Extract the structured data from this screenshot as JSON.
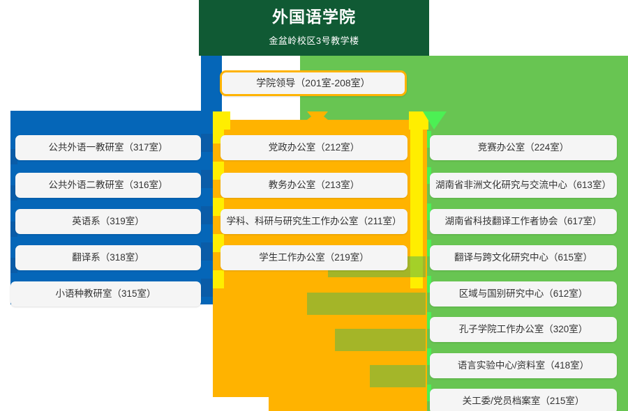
{
  "header": {
    "title": "外国语学院",
    "subtitle": "金盆岭校区3号教学楼",
    "bg_color": "#105a34",
    "text_color": "#ffffff"
  },
  "leadership": {
    "label": "学院领导（201室-208室）",
    "border_color": "#ffb300"
  },
  "columns": {
    "teaching": {
      "name": "teaching-departments",
      "color": "#0566b8",
      "items": [
        {
          "label": "公共外语一教研室（317室）",
          "room": "317室"
        },
        {
          "label": "公共外语二教研室（316室）",
          "room": "316室"
        },
        {
          "label": "英语系（319室）",
          "room": "319室"
        },
        {
          "label": "翻译系（318室）",
          "room": "318室"
        },
        {
          "label": "小语种教研室（315室）",
          "room": "315室"
        }
      ]
    },
    "administrative": {
      "name": "administrative-offices",
      "color": "#ffb300",
      "items": [
        {
          "label": "党政办公室（212室）",
          "room": "212室"
        },
        {
          "label": "教务办公室（213室）",
          "room": "213室"
        },
        {
          "label": "学科、科研与研究生工作办公室（211室）",
          "room": "211室"
        },
        {
          "label": "学生工作办公室（219室）",
          "room": "219室"
        }
      ]
    },
    "research": {
      "name": "research-centers",
      "color": "#68c552",
      "items": [
        {
          "label": "竞赛办公室（224室）",
          "room": "224室"
        },
        {
          "label": "湖南省非洲文化研究与交流中心（613室）",
          "room": "613室"
        },
        {
          "label": "湖南省科技翻译工作者协会（617室）",
          "room": "617室"
        },
        {
          "label": "翻译与跨文化研究中心（615室）",
          "room": "615室"
        },
        {
          "label": "区域与国别研究中心（612室）",
          "room": "612室"
        },
        {
          "label": "孔子学院工作办公室（320室）",
          "room": "320室"
        },
        {
          "label": "语言实验中心/资料室（418室）",
          "room": "418室"
        },
        {
          "label": "关工委/党员档案室（215室）",
          "room": "215室"
        }
      ]
    }
  },
  "palette": {
    "dark_green": "#105a34",
    "green": "#68c552",
    "bright_green": "#4cf054",
    "blue": "#0566b8",
    "blue_dark": "#0a5ca8",
    "orange": "#ffb300",
    "yellow": "#ffee00",
    "card_bg": "#f5f5f5",
    "page_bg": "#ffffff"
  }
}
